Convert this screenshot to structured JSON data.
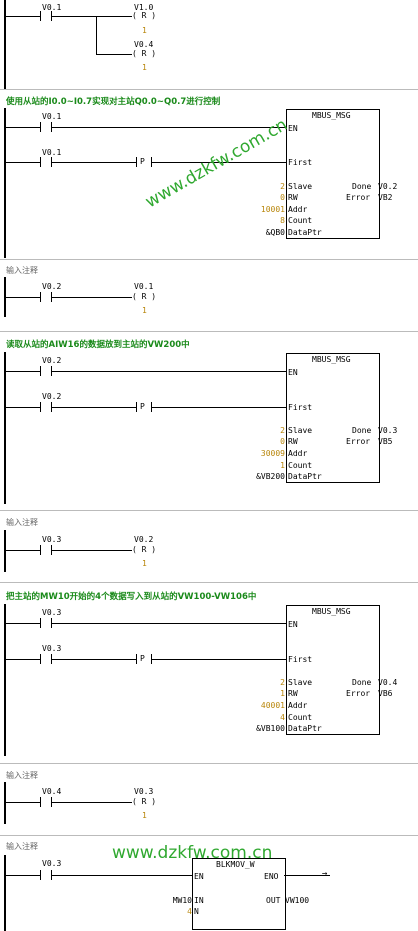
{
  "networks": [
    {
      "contacts": [
        "V0.1"
      ],
      "coils": [
        {
          "addr": "V1.0",
          "op": "R",
          "n": "1"
        },
        {
          "addr": "V0.4",
          "op": "R",
          "n": "1"
        }
      ]
    },
    {
      "comment": "使用从站的I0.0~I0.7实现对主站Q0.0~Q0.7进行控制",
      "contacts": [
        "V0.1",
        "V0.1"
      ],
      "p": "P",
      "block": {
        "title": "MBUS_MSG",
        "en": "EN",
        "first": "First",
        "params": [
          {
            "v": "2",
            "n": "Slave"
          },
          {
            "v": "0",
            "n": "RW"
          },
          {
            "v": "10001",
            "n": "Addr"
          },
          {
            "v": "8",
            "n": "Count"
          },
          {
            "v": "&QB0",
            "n": "DataPtr"
          }
        ],
        "outs": [
          {
            "n": "Done",
            "v": "V0.2"
          },
          {
            "n": "Error",
            "v": "VB2"
          }
        ]
      }
    },
    {
      "comment": "输入注释",
      "contacts": [
        "V0.2"
      ],
      "coils": [
        {
          "addr": "V0.1",
          "op": "R",
          "n": "1"
        }
      ]
    },
    {
      "comment": "读取从站的AIW16的数据放到主站的VW200中",
      "contacts": [
        "V0.2",
        "V0.2"
      ],
      "p": "P",
      "block": {
        "title": "MBUS_MSG",
        "en": "EN",
        "first": "First",
        "params": [
          {
            "v": "2",
            "n": "Slave"
          },
          {
            "v": "0",
            "n": "RW"
          },
          {
            "v": "30009",
            "n": "Addr"
          },
          {
            "v": "1",
            "n": "Count"
          },
          {
            "v": "&VB200",
            "n": "DataPtr"
          }
        ],
        "outs": [
          {
            "n": "Done",
            "v": "V0.3"
          },
          {
            "n": "Error",
            "v": "VB5"
          }
        ]
      }
    },
    {
      "comment": "输入注释",
      "contacts": [
        "V0.3"
      ],
      "coils": [
        {
          "addr": "V0.2",
          "op": "R",
          "n": "1"
        }
      ]
    },
    {
      "comment": "把主站的MW10开始的4个数据写入到从站的VW100-VW106中",
      "contacts": [
        "V0.3",
        "V0.3"
      ],
      "p": "P",
      "block": {
        "title": "MBUS_MSG",
        "en": "EN",
        "first": "First",
        "params": [
          {
            "v": "2",
            "n": "Slave"
          },
          {
            "v": "1",
            "n": "RW"
          },
          {
            "v": "40001",
            "n": "Addr"
          },
          {
            "v": "4",
            "n": "Count"
          },
          {
            "v": "&VB100",
            "n": "DataPtr"
          }
        ],
        "outs": [
          {
            "n": "Done",
            "v": "V0.4"
          },
          {
            "n": "Error",
            "v": "VB6"
          }
        ]
      }
    },
    {
      "comment": "输入注释",
      "contacts": [
        "V0.4"
      ],
      "coils": [
        {
          "addr": "V0.3",
          "op": "R",
          "n": "1"
        }
      ]
    },
    {
      "comment": "输入注释",
      "contacts": [
        "V0.3"
      ],
      "blkmov": {
        "title": "BLKMOV_W",
        "en": "EN",
        "eno": "ENO",
        "in_val": "MW10",
        "in": "IN",
        "n_val": "4",
        "n": "N",
        "out": "OUT",
        "out_val": "VW100"
      }
    }
  ],
  "watermark": "www.dzkfw.com.cn",
  "colors": {
    "comment": "#1a8a1a",
    "value": "#b8860b",
    "watermark": "#2fa82f"
  }
}
